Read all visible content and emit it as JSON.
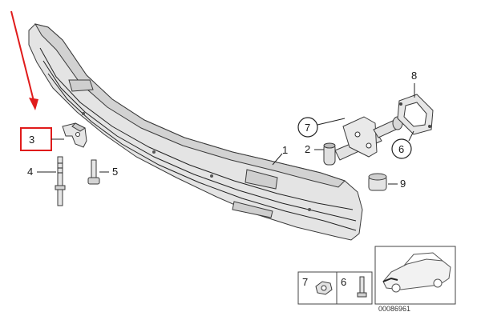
{
  "diagram": {
    "callouts": {
      "c1": "1",
      "c2": "2",
      "c3": "3",
      "c4": "4",
      "c5": "5",
      "c6": "6",
      "c7": "7",
      "c8": "8",
      "c9": "9",
      "inset_c7": "7",
      "inset_c6": "6"
    },
    "reference_number": "00086961"
  },
  "colors": {
    "highlight": "#e01b1b",
    "line": "#222222",
    "part_fill": "#e8e8e8"
  },
  "icons": {
    "arrow": "red-arrow-icon",
    "car": "car-silhouette-icon"
  }
}
